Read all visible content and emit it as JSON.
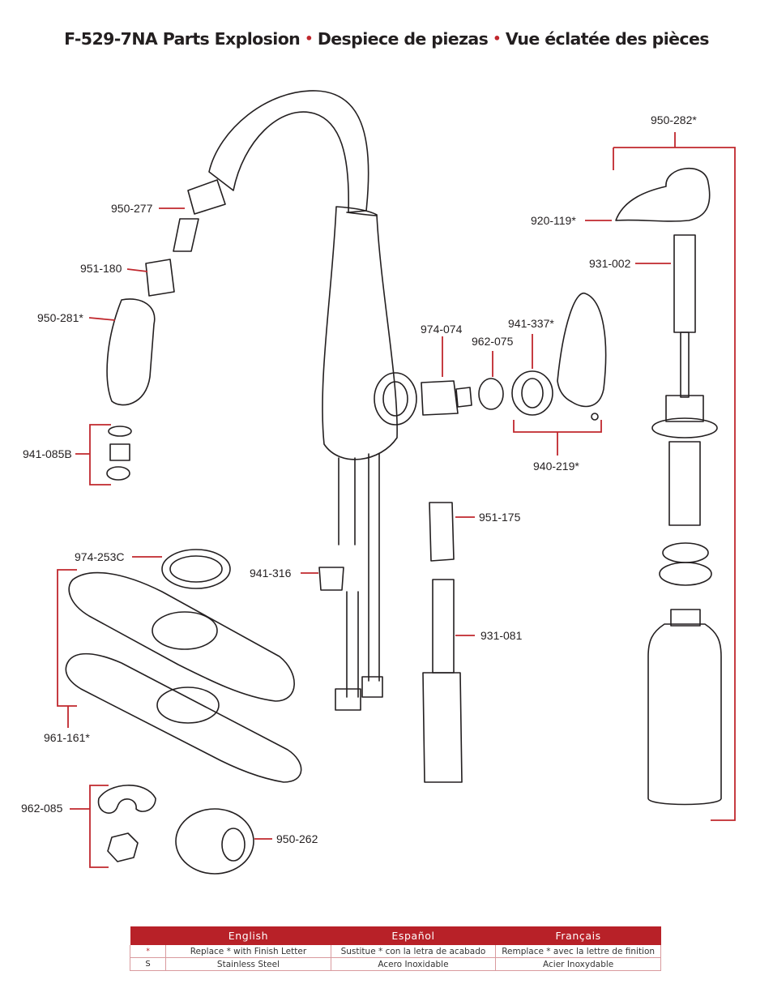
{
  "title": {
    "part1": "F-529-7NA Parts Explosion",
    "part2": "Despiece de piezas",
    "part3": "Vue éclatée des pièces",
    "separator": "•"
  },
  "callouts": [
    {
      "id": "c-950-282",
      "text": "950-282*"
    },
    {
      "id": "c-950-277",
      "text": "950-277"
    },
    {
      "id": "c-920-119",
      "text": "920-119*"
    },
    {
      "id": "c-931-002",
      "text": "931-002"
    },
    {
      "id": "c-951-180",
      "text": "951-180"
    },
    {
      "id": "c-950-281",
      "text": "950-281*"
    },
    {
      "id": "c-974-074",
      "text": "974-074"
    },
    {
      "id": "c-941-337",
      "text": "941-337*"
    },
    {
      "id": "c-962-075",
      "text": "962-075"
    },
    {
      "id": "c-941-085B",
      "text": "941-085B"
    },
    {
      "id": "c-940-219",
      "text": "940-219*"
    },
    {
      "id": "c-951-175",
      "text": "951-175"
    },
    {
      "id": "c-974-253C",
      "text": "974-253C"
    },
    {
      "id": "c-941-316",
      "text": "941-316"
    },
    {
      "id": "c-931-081",
      "text": "931-081"
    },
    {
      "id": "c-961-161",
      "text": "961-161*"
    },
    {
      "id": "c-962-085",
      "text": "962-085"
    },
    {
      "id": "c-950-262",
      "text": "950-262"
    }
  ],
  "legend": {
    "headers": [
      "English",
      "Español",
      "Français"
    ],
    "rows": [
      {
        "key": "*",
        "cells": [
          "Replace * with Finish Letter",
          "Sustitue * con la letra de acabado",
          "Remplace * avec la lettre de finition"
        ]
      },
      {
        "key": "S",
        "cells": [
          "Stainless Steel",
          "Acero Inoxidable",
          "Acier Inoxydable"
        ]
      }
    ]
  },
  "colors": {
    "accent": "#c0272d",
    "ink": "#231f20"
  }
}
